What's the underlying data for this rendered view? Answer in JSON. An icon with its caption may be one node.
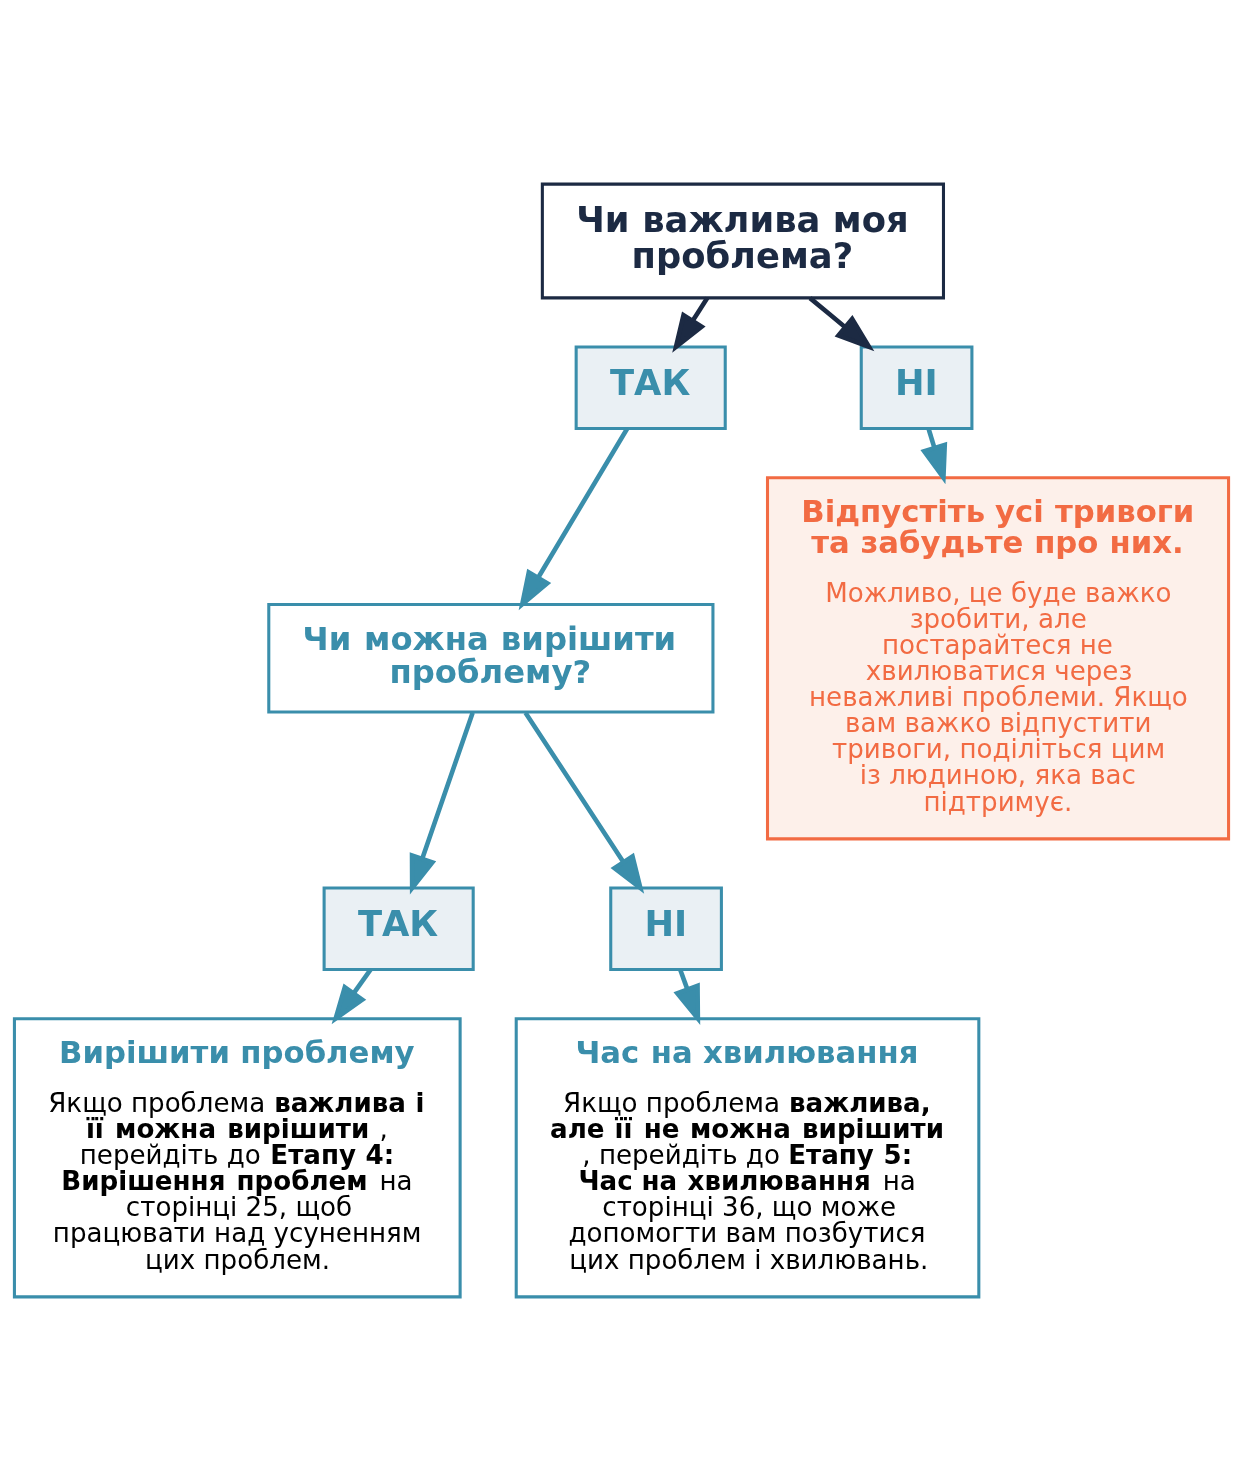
{
  "diagram": {
    "nodes": [
      {
        "text": [
          "Чи важлива моя проблема?"
        ]
      },
      {
        "text": [
          "ТАК"
        ]
      },
      {
        "text": [
          "НІ"
        ]
      },
      {
        "text": [
          "Чи можна вирішити проблему?"
        ]
      },
      {
        "text": [
          "Відпустіть усі тривоги та забудьте про них.",
          "Можливо, це буде важко зробити, але постарайтеся не хвилюватися через неважливі проблеми. Якщо вам важко відпустити тривоги, поділіться цим із людиною, яка вас підтримує."
        ]
      },
      {
        "text": [
          "ТАК"
        ]
      },
      {
        "text": [
          "НІ"
        ]
      },
      {
        "text": [
          "Вирішити проблему",
          "Якщо проблема **важлива і її можна вирішити**, перейдіть до **Етапу 4: Вирішення проблем** на сторінці 25, щоб працювати над усуненням цих проблем."
        ]
      },
      {
        "text": [
          "Час на хвилювання",
          "Якщо проблема **важлива, але її не можна вирішити**, перейдіть до **Етапу 5: Час на хвилювання** на сторінці 36, що може допомогти вам позбутися цих проблем і хвилювань."
        ]
      }
    ],
    "edges": [
      {
        "from": 0,
        "to": 1,
        "arrow": "to",
        "color": "#1c2a43"
      },
      {
        "from": 0,
        "to": 2,
        "arrow": "to",
        "color": "#1c2a43"
      },
      {
        "from": 1,
        "to": 3,
        "arrow": "to"
      },
      {
        "from": 2,
        "to": 4,
        "arrow": "to"
      },
      {
        "from": 3,
        "to": 5,
        "arrow": "to"
      },
      {
        "from": 3,
        "to": 6,
        "arrow": "to"
      },
      {
        "from": 5,
        "to": 7,
        "arrow": "to"
      },
      {
        "from": 6,
        "to": 8,
        "arrow": "to"
      }
    ]
  }
}
